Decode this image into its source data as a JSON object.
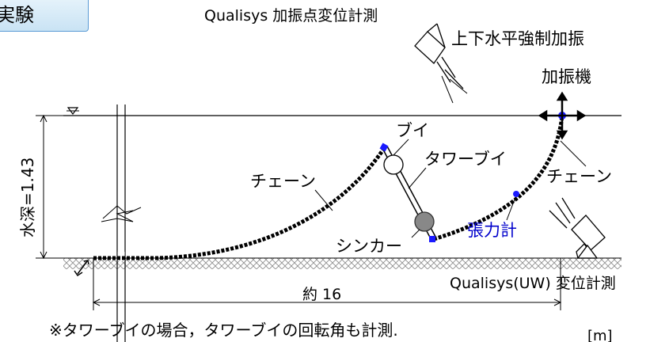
{
  "tag": "実験",
  "labels": {
    "qualisys_top": "Qualisys 加振点変位計測",
    "forced": "上下水平強制加振",
    "exciter": "加振機",
    "buoy": "ブイ",
    "tower_buoy": "タワーブイ",
    "chain_left": "チェーン",
    "chain_right": "チェーン",
    "depth": "水深=1.43",
    "sinker": "シンカー",
    "tension": "張力計",
    "qualisys_uw": "Qualisys(UW) 変位計測",
    "length": "約 16",
    "note": "※タワーブイの場合，タワーブイの回転角も計測.",
    "unit": "[m]"
  },
  "colors": {
    "sensor": "#1a1aff",
    "tension_text": "#0000cc"
  }
}
